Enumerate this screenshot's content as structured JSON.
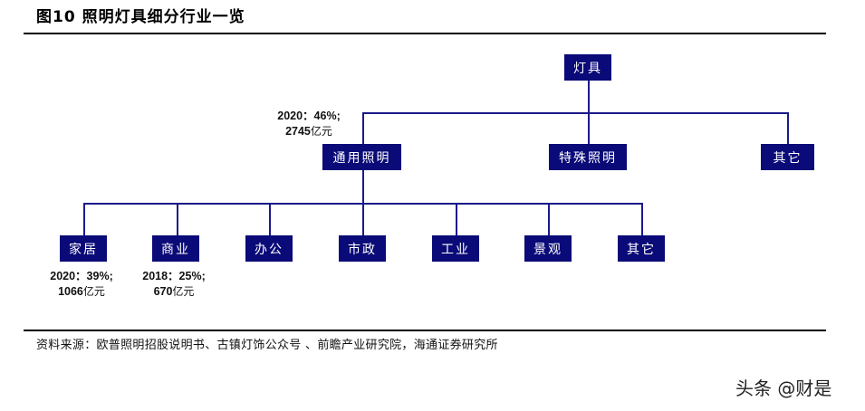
{
  "title": "图10 照明灯具细分行业一览",
  "tree": {
    "root": {
      "label": "灯具"
    },
    "level1": [
      {
        "label": "通用照明",
        "note_line1": "2020：46%;",
        "note_num": "2745",
        "note_unit": "亿元"
      },
      {
        "label": "特殊照明"
      },
      {
        "label": "其它"
      }
    ],
    "level2": [
      {
        "label": "家居",
        "note_line1": "2020：39%;",
        "note_num": "1066",
        "note_unit": "亿元"
      },
      {
        "label": "商业",
        "note_line1": "2018：25%;",
        "note_num": "670",
        "note_unit": "亿元"
      },
      {
        "label": "办公"
      },
      {
        "label": "市政"
      },
      {
        "label": "工业"
      },
      {
        "label": "景观"
      },
      {
        "label": "其它"
      }
    ]
  },
  "colors": {
    "box_fill": "#0a0a78",
    "box_text": "#ffffff",
    "connector": "#1a1a8a"
  },
  "source": "资料来源：欧普照明招股说明书、古镇灯饰公众号 、前瞻产业研究院，海通证券研究所",
  "watermark": "头条 @财是"
}
